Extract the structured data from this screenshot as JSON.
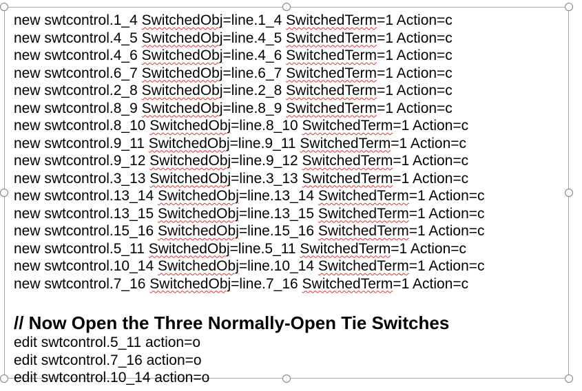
{
  "swtcontrol_lines": [
    {
      "cmd": "new swtcontrol.1_4 ",
      "obj_key": "SwitchedObj",
      "obj_val": "=line.1_4 ",
      "term_key": "SwitchedTerm",
      "term_val": "=1 Action=c"
    },
    {
      "cmd": "new swtcontrol.4_5 ",
      "obj_key": "SwitchedObj",
      "obj_val": "=line.4_5 ",
      "term_key": "SwitchedTerm",
      "term_val": "=1 Action=c"
    },
    {
      "cmd": "new swtcontrol.4_6 ",
      "obj_key": "SwitchedObj",
      "obj_val": "=line.4_6 ",
      "term_key": "SwitchedTerm",
      "term_val": "=1 Action=c"
    },
    {
      "cmd": "new swtcontrol.6_7 ",
      "obj_key": "SwitchedObj",
      "obj_val": "=line.6_7 ",
      "term_key": "SwitchedTerm",
      "term_val": "=1 Action=c"
    },
    {
      "cmd": "new swtcontrol.2_8 ",
      "obj_key": "SwitchedObj",
      "obj_val": "=line.2_8 ",
      "term_key": "SwitchedTerm",
      "term_val": "=1 Action=c"
    },
    {
      "cmd": "new swtcontrol.8_9 ",
      "obj_key": "SwitchedObj",
      "obj_val": "=line.8_9 ",
      "term_key": "SwitchedTerm",
      "term_val": "=1 Action=c"
    },
    {
      "cmd": "new swtcontrol.8_10 ",
      "obj_key": "SwitchedObj",
      "obj_val": "=line.8_10 ",
      "term_key": "SwitchedTerm",
      "term_val": "=1 Action=c"
    },
    {
      "cmd": "new swtcontrol.9_11 ",
      "obj_key": "SwitchedObj",
      "obj_val": "=line.9_11 ",
      "term_key": "SwitchedTerm",
      "term_val": "=1 Action=c"
    },
    {
      "cmd": "new swtcontrol.9_12 ",
      "obj_key": "SwitchedObj",
      "obj_val": "=line.9_12 ",
      "term_key": "SwitchedTerm",
      "term_val": "=1 Action=c"
    },
    {
      "cmd": "new swtcontrol.3_13 ",
      "obj_key": "SwitchedObj",
      "obj_val": "=line.3_13 ",
      "term_key": "SwitchedTerm",
      "term_val": "=1 Action=c"
    },
    {
      "cmd": "new swtcontrol.13_14 ",
      "obj_key": "SwitchedObj",
      "obj_val": "=line.13_14 ",
      "term_key": "SwitchedTerm",
      "term_val": "=1 Action=c"
    },
    {
      "cmd": "new swtcontrol.13_15 ",
      "obj_key": "SwitchedObj",
      "obj_val": "=line.13_15 ",
      "term_key": "SwitchedTerm",
      "term_val": "=1 Action=c"
    },
    {
      "cmd": "new swtcontrol.15_16 ",
      "obj_key": "SwitchedObj",
      "obj_val": "=line.15_16 ",
      "term_key": "SwitchedTerm",
      "term_val": "=1 Action=c"
    },
    {
      "cmd": "new swtcontrol.5_11 ",
      "obj_key": "SwitchedObj",
      "obj_val": "=line.5_11 ",
      "term_key": "SwitchedTerm",
      "term_val": "=1 Action=c"
    },
    {
      "cmd": "new swtcontrol.10_14 ",
      "obj_key": "SwitchedObj",
      "obj_val": "=line.10_14 ",
      "term_key": "SwitchedTerm",
      "term_val": "=1 Action=c"
    },
    {
      "cmd": "new swtcontrol.7_16 ",
      "obj_key": "SwitchedObj",
      "obj_val": "=line.7_16 ",
      "term_key": "SwitchedTerm",
      "term_val": "=1 Action=c"
    }
  ],
  "heading": "// Now Open the Three Normally-Open Tie Switches",
  "edit_lines": [
    "edit swtcontrol.5_11 action=o",
    "edit swtcontrol.7_16 action=o",
    "edit swtcontrol.10_14 action=o"
  ],
  "colors": {
    "frame_border": "#a6a6a6",
    "handle_border": "#7f7f7f",
    "spellcheck_underline": "#e03030",
    "text": "#000000"
  }
}
